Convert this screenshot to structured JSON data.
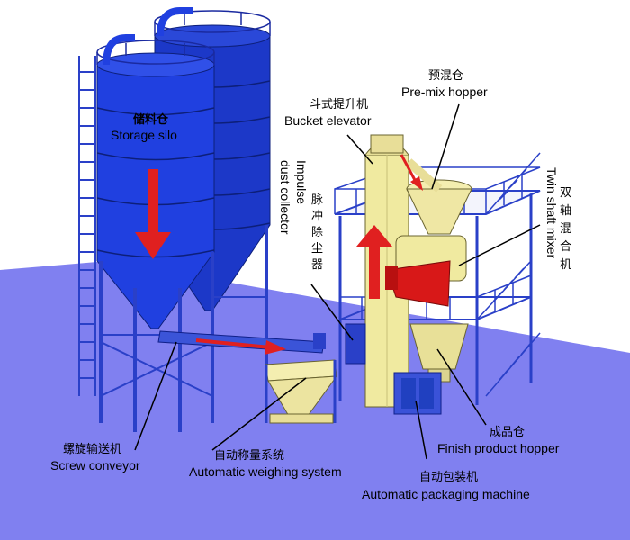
{
  "labels": {
    "storage_silo": {
      "zh": "储料仓",
      "en": "Storage silo"
    },
    "bucket_elevator": {
      "zh": "斗式提升机",
      "en": "Bucket elevator"
    },
    "premix_hopper": {
      "zh": "预混仓",
      "en": "Pre-mix hopper"
    },
    "impulse_dust_collector": {
      "zh_lines": [
        "脉",
        "冲",
        "除",
        "尘",
        "器"
      ],
      "en_lines": [
        "Impulse",
        "dust collector"
      ]
    },
    "twin_shaft_mixer": {
      "zh_lines": [
        "双",
        "轴",
        "混",
        "合",
        "机"
      ],
      "en": "Twin shaft mixer"
    },
    "finish_product_hopper": {
      "zh": "成品仓",
      "en": "Finish product hopper"
    },
    "screw_conveyor": {
      "zh": "螺旋输送机",
      "en": "Screw conveyor"
    },
    "automatic_weighing": {
      "zh": "自动称量系统",
      "en": "Automatic weighing system"
    },
    "automatic_packaging": {
      "zh": "自动包装机",
      "en": "Automatic packaging machine"
    }
  },
  "colors": {
    "floor": "#8080f0",
    "silo_blue": "#2040e0",
    "silo_dark": "#1830b0",
    "equipment_cream": "#f0eaa0",
    "flow_arrow": "#e02020",
    "frame_blue": "#2a40c8"
  }
}
